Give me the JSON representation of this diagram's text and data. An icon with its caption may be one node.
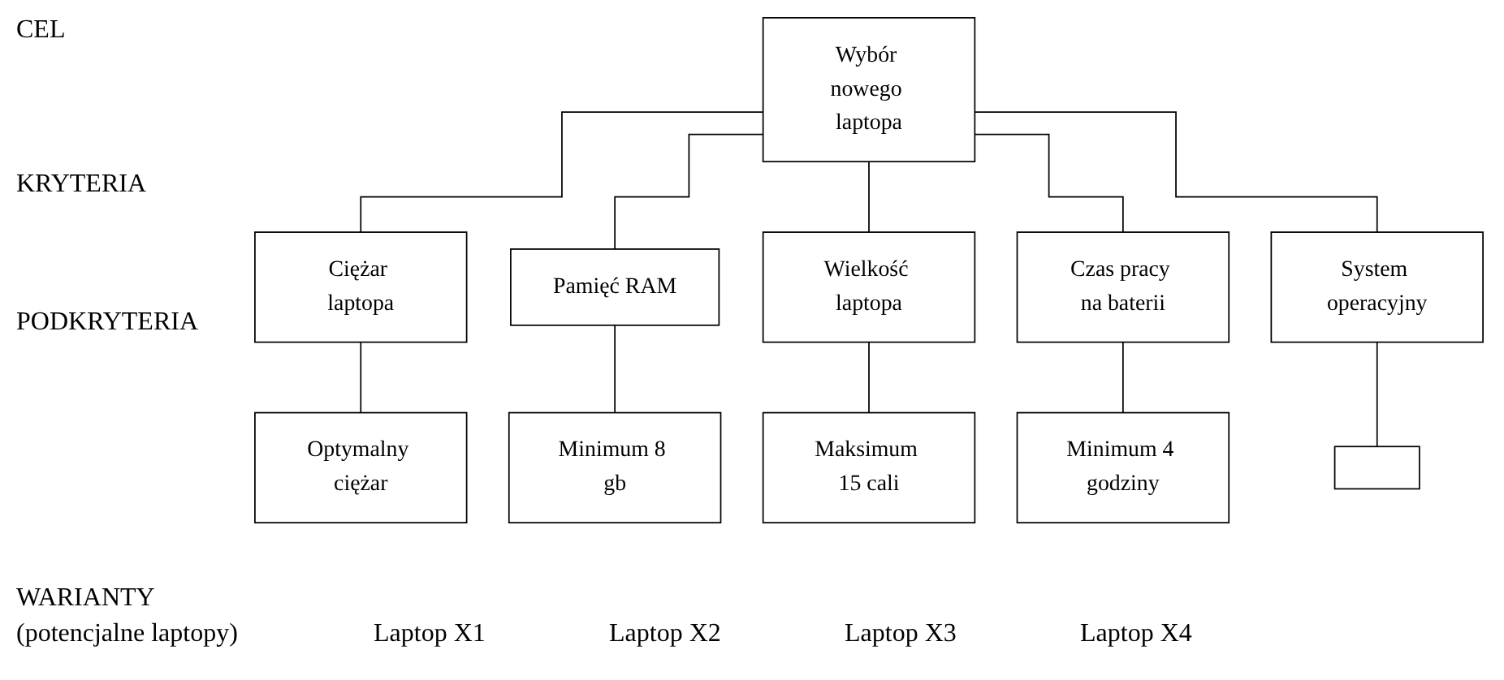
{
  "diagram": {
    "nodes": [
      {
        "text": [
          "Wybór nowego laptopa"
        ]
      },
      {
        "text": [
          "Ciężar laptopa"
        ]
      },
      {
        "text": [
          "Pamięć RAM"
        ]
      },
      {
        "text": [
          "Wielkość laptopa"
        ]
      },
      {
        "text": [
          "Czas pracy na baterii"
        ]
      },
      {
        "text": [
          "System operacyjny"
        ]
      },
      {
        "text": [
          "Optymalny ciężar"
        ]
      },
      {
        "text": [
          "Minimum 8 gb"
        ]
      },
      {
        "text": [
          "Maksimum 15 cali"
        ]
      },
      {
        "text": [
          "Minimum 4 godziny"
        ]
      },
      {
        "text": [],
        "shape": "box"
      }
    ],
    "edges": [
      {
        "from": 0,
        "to": 1,
        "arrow": "none"
      },
      {
        "from": 0,
        "to": 2,
        "arrow": "none"
      },
      {
        "from": 0,
        "to": 3,
        "arrow": "none"
      },
      {
        "from": 0,
        "to": 4,
        "arrow": "none"
      },
      {
        "from": 0,
        "to": 5,
        "arrow": "none"
      },
      {
        "from": 1,
        "to": 6,
        "arrow": "none"
      },
      {
        "from": 2,
        "to": 7,
        "arrow": "none"
      },
      {
        "from": 3,
        "to": 8,
        "arrow": "none"
      },
      {
        "from": 4,
        "to": 9,
        "arrow": "none"
      },
      {
        "from": 5,
        "to": 10,
        "arrow": "none"
      }
    ],
    "labels": [
      "CEL",
      "KRYTERIA",
      "PODKRYTERIA",
      "WARIANTY",
      "(potencjalne laptopy)",
      "Laptop X1",
      "Laptop X2",
      "Laptop X3",
      "Laptop X4"
    ]
  }
}
